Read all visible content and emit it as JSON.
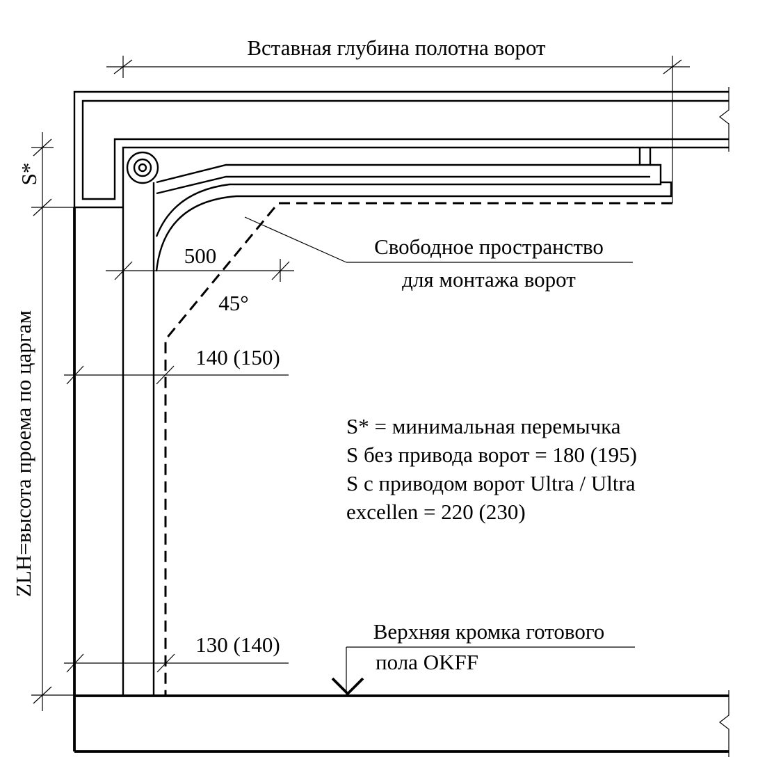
{
  "labels": {
    "insert_depth": "Вставная глубина полотна ворот",
    "s_star": "S*",
    "zlh": "ZLH=высота проема по царгам",
    "free_space_line1": "Свободное пространство",
    "free_space_line2": "для монтажа ворот",
    "dim_500": "500",
    "angle_45": "45°",
    "dim_140_150": "140 (150)",
    "dim_130_140": "130 (140)",
    "floor_line1": "Верхняя кромка готового",
    "floor_line2": "пола OKFF"
  },
  "notes": [
    "S* = минимальная перемычка",
    "S без привода ворот = 180 (195)",
    "S с приводом ворот Ultra / Ultra",
    "excellen = 220 (230)"
  ],
  "colors": {
    "ink": "#000000",
    "paper": "#ffffff"
  }
}
